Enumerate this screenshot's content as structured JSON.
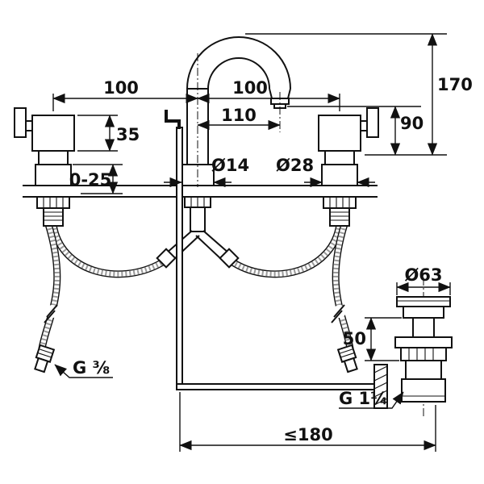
{
  "drawing": {
    "colors": {
      "line": "#111111",
      "background": "#ffffff"
    },
    "dimensions": {
      "spout_height": "170",
      "outlet_height": "90",
      "left_spacing": "100",
      "right_spacing": "100",
      "spout_reach": "110",
      "handle_height": "35",
      "deck_thickness": "0-25",
      "rod_diameter": "Ø14",
      "valve_diameter": "Ø28",
      "waste_flange_diameter": "Ø63",
      "waste_height": "50",
      "supply_thread": "G ⅜",
      "waste_thread": "G 1¼",
      "max_waste_distance": "≤180"
    }
  }
}
